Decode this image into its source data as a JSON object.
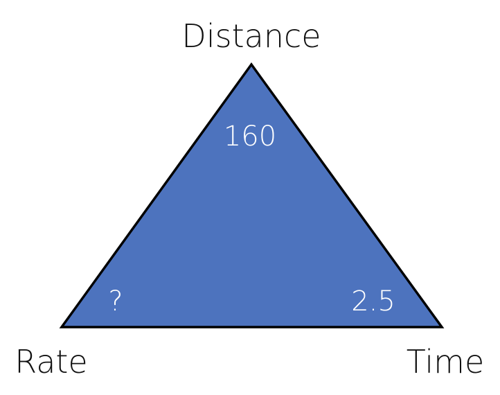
{
  "diagram": {
    "top_label": "Distance",
    "bottom_left_label": "Rate",
    "bottom_right_label": "Time",
    "top_value": "160",
    "bottom_left_value": "?",
    "bottom_right_value": "2.5",
    "fill_color": "#4d73be",
    "stroke_color": "#000000"
  }
}
